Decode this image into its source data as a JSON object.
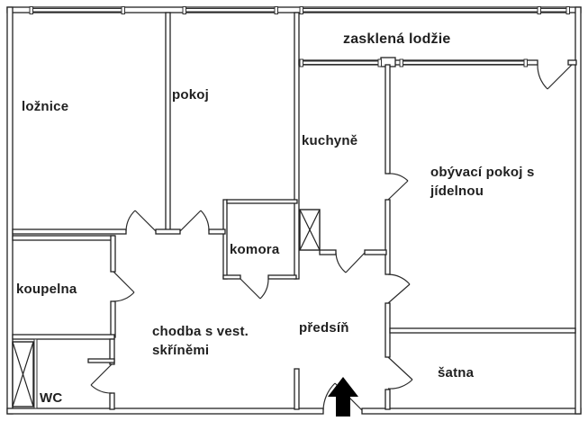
{
  "floorplan": {
    "background_color": "#ffffff",
    "wall_color": "#222222",
    "entrance_marker": "arrow-up-icon",
    "shaft_symbol": "crossed-box",
    "rooms": {
      "loznice": "ložnice",
      "pokoj": "pokoj",
      "lodzie": "zasklená lodžie",
      "kuchyne": "kuchyně",
      "obyvaci_1": "obývací pokoj s",
      "obyvaci_2": "jídelnou",
      "komora": "komora",
      "koupelna": "koupelna",
      "chodba_1": "chodba s vest.",
      "chodba_2": "skříněmi",
      "predsin": "předsíň",
      "satna": "šatna",
      "wc": "WC"
    }
  }
}
